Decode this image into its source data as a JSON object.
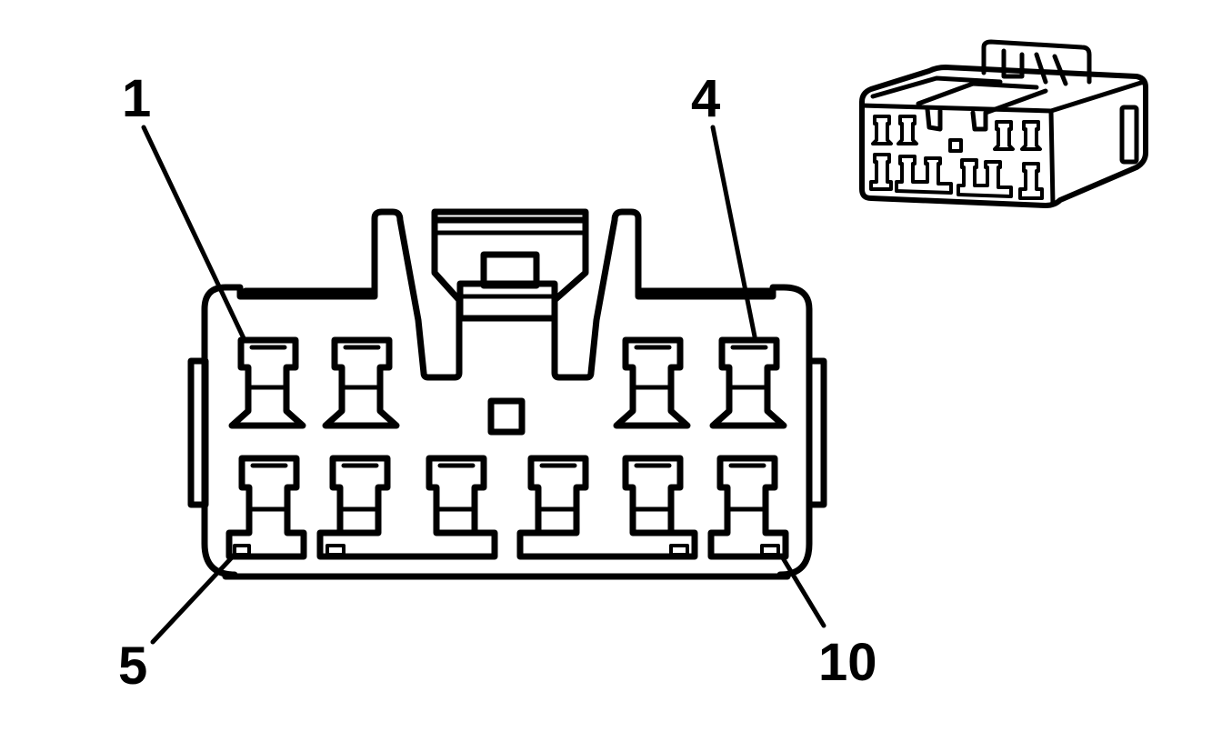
{
  "colors": {
    "ink": "#000000",
    "paper": "#ffffff"
  },
  "pin_labels": {
    "pin_1": "1",
    "pin_4": "4",
    "pin_5": "5",
    "pin_10": "10"
  }
}
